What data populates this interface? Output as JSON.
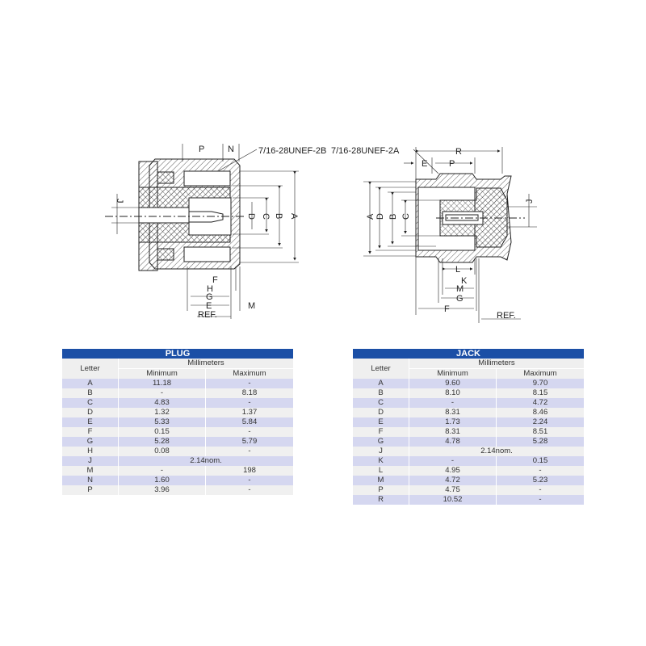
{
  "plug_drawing": {
    "thread_label": "7/16-28UNEF-2B",
    "dims": {
      "P": "P",
      "N": "N",
      "J": "J",
      "D": "D",
      "C": "C",
      "B": "B",
      "A": "A",
      "F": "F",
      "H": "H",
      "G": "G",
      "E": "E",
      "M": "M",
      "ref": "REF."
    }
  },
  "jack_drawing": {
    "thread_label": "7/16-28UNEF-2A",
    "dims": {
      "R": "R",
      "E": "E",
      "P": "P",
      "A": "A",
      "D": "D",
      "B": "B",
      "C": "C",
      "J": "J",
      "L": "L",
      "K": "K",
      "M": "M",
      "G": "G",
      "F": "F",
      "ref": "REF."
    }
  },
  "plug_table": {
    "title": "PLUG",
    "col_letter": "Letter",
    "col_group": "Millimeters",
    "col_min": "Minimum",
    "col_max": "Maximum",
    "rows": [
      {
        "letter": "A",
        "min": "11.18",
        "max": "-"
      },
      {
        "letter": "B",
        "min": "-",
        "max": "8.18"
      },
      {
        "letter": "C",
        "min": "4.83",
        "max": "-"
      },
      {
        "letter": "D",
        "min": "1.32",
        "max": "1.37"
      },
      {
        "letter": "E",
        "min": "5.33",
        "max": "5.84"
      },
      {
        "letter": "F",
        "min": "0.15",
        "max": "-"
      },
      {
        "letter": "G",
        "min": "5.28",
        "max": "5.79"
      },
      {
        "letter": "H",
        "min": "0.08",
        "max": "-"
      },
      {
        "letter": "J",
        "nominal": "2.14nom."
      },
      {
        "letter": "M",
        "min": "-",
        "max": "198"
      },
      {
        "letter": "N",
        "min": "1.60",
        "max": "-"
      },
      {
        "letter": "P",
        "min": "3.96",
        "max": "-"
      }
    ]
  },
  "jack_table": {
    "title": "JACK",
    "col_letter": "Letter",
    "col_group": "Millimeters",
    "col_min": "Minimum",
    "col_max": "Maximum",
    "rows": [
      {
        "letter": "A",
        "min": "9.60",
        "max": "9.70"
      },
      {
        "letter": "B",
        "min": "8.10",
        "max": "8.15"
      },
      {
        "letter": "C",
        "min": "-",
        "max": "4.72"
      },
      {
        "letter": "D",
        "min": "8.31",
        "max": "8.46"
      },
      {
        "letter": "E",
        "min": "1.73",
        "max": "2.24"
      },
      {
        "letter": "F",
        "min": "8.31",
        "max": "8.51"
      },
      {
        "letter": "G",
        "min": "4.78",
        "max": "5.28"
      },
      {
        "letter": "J",
        "nominal": "2.14nom."
      },
      {
        "letter": "K",
        "min": "-",
        "max": "0.15"
      },
      {
        "letter": "L",
        "min": "4.95",
        "max": "-"
      },
      {
        "letter": "M",
        "min": "4.72",
        "max": "5.23"
      },
      {
        "letter": "P",
        "min": "4.75",
        "max": "-"
      },
      {
        "letter": "R",
        "min": "10.52",
        "max": "-"
      }
    ]
  }
}
